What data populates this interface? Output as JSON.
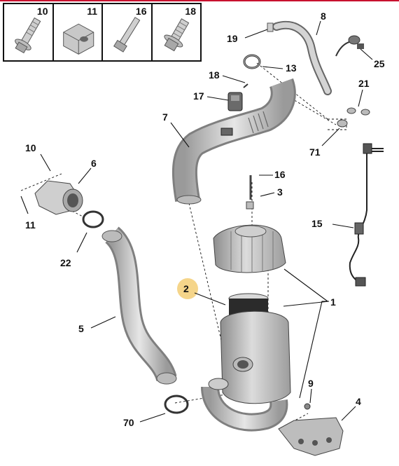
{
  "legend": {
    "cells": [
      {
        "num": "10",
        "icon": "screw-with-washer-icon"
      },
      {
        "num": "11",
        "icon": "clip-nut-icon"
      },
      {
        "num": "16",
        "icon": "bolt-icon"
      },
      {
        "num": "18",
        "icon": "flange-screw-icon"
      }
    ]
  },
  "callouts": {
    "c1": "1",
    "c2": "2",
    "c3": "3",
    "c4": "4",
    "c5": "5",
    "c6": "6",
    "c7": "7",
    "c8": "8",
    "c9": "9",
    "c10": "10",
    "c11": "11",
    "c13": "13",
    "c15": "15",
    "c16": "16",
    "c17": "17",
    "c18": "18",
    "c19": "19",
    "c21": "21",
    "c22": "22",
    "c25": "25",
    "c70": "70",
    "c71": "71"
  },
  "colors": {
    "part_fill": "#d6d6d6",
    "part_dark": "#8a8a8a",
    "highlight": "#f5d58a",
    "header_rule": "#c8102e"
  }
}
